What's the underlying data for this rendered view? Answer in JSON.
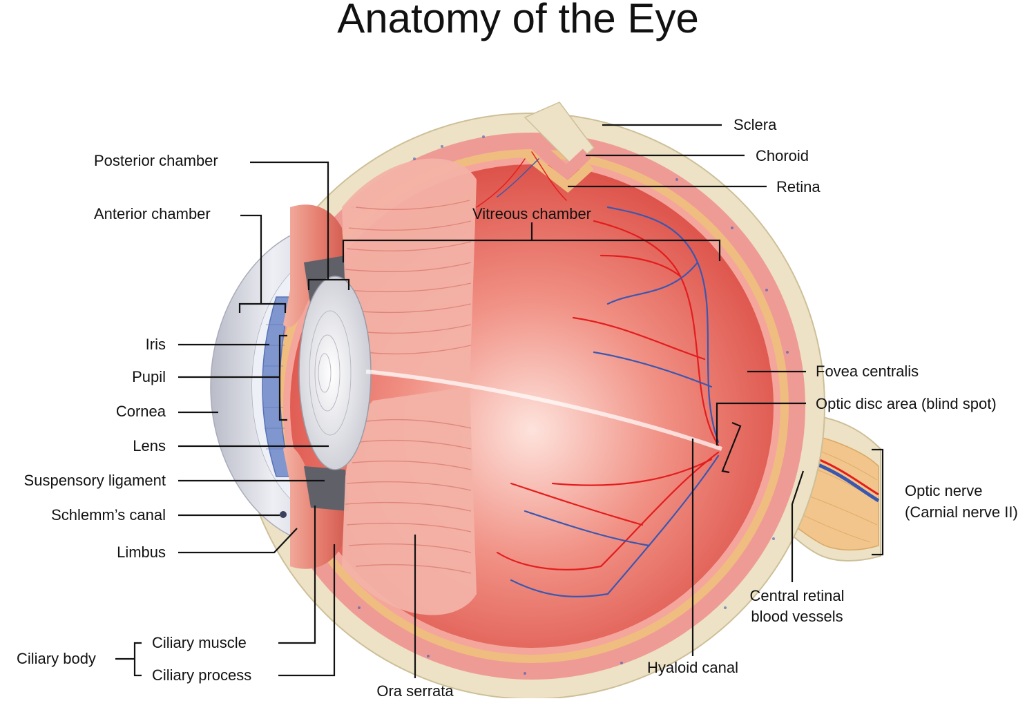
{
  "title": "Anatomy of the Eye",
  "colors": {
    "sclera": "#ede2c5",
    "sclera_edge": "#cdbf98",
    "choroid": "#ef9b95",
    "retina_band": "#f0bd80",
    "vitreous": "#e4584e",
    "vitreous_light": "#fbd9d2",
    "cornea": "#dcdde6",
    "iris": "#7f96cf",
    "lens": "#e8e9ef",
    "nerve": "#f1c58b",
    "artery": "#e31d1d",
    "vein": "#3a57b0",
    "leader": "#111111"
  },
  "labels": {
    "posterior_chamber": "Posterior chamber",
    "anterior_chamber": "Anterior chamber",
    "iris": "Iris",
    "pupil": "Pupil",
    "cornea": "Cornea",
    "lens": "Lens",
    "suspensory_ligament": "Suspensory ligament",
    "schlemms_canal": "Schlemm’s canal",
    "limbus": "Limbus",
    "ciliary_body": "Ciliary body",
    "ciliary_muscle": "Ciliary muscle",
    "ciliary_process": "Ciliary process",
    "ora_serrata": "Ora serrata",
    "vitreous_chamber": "Vitreous chamber",
    "sclera": "Sclera",
    "choroid": "Choroid",
    "retina": "Retina",
    "fovea_centralis": "Fovea centralis",
    "optic_disc": "Optic disc area (blind spot)",
    "optic_nerve_1": "Optic nerve",
    "optic_nerve_2": "(Carnial nerve II)",
    "central_retinal_1": "Central retinal",
    "central_retinal_2": "blood vessels",
    "hyaloid_canal": "Hyaloid canal"
  }
}
